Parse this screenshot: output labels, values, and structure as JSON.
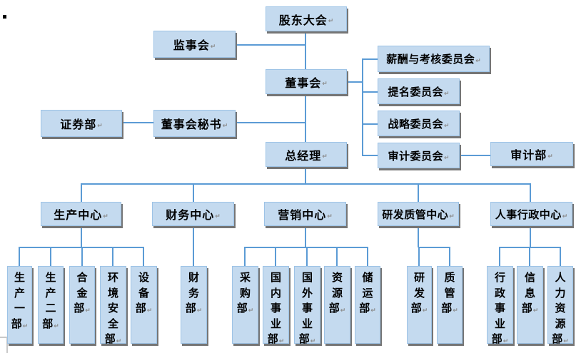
{
  "marks": {
    "paragraph": "↵"
  },
  "colors": {
    "box_fill": "#c4daef",
    "box_border": "#9dc3e6",
    "box_shadow": "#757575",
    "connector_line": "#5b9bd5",
    "text": "#000000",
    "paragraph_mark": "#8c8c8c"
  },
  "org": {
    "shareholders_meeting": "股东大会",
    "supervisory_board": "监事会",
    "board_of_directors": "董事会",
    "securities_dept": "证券部",
    "board_secretary": "董事会秘书",
    "general_manager": "总经理",
    "committees": [
      "薪酬与考核委员会",
      "提名委员会",
      "战略委员会",
      "审计委员会"
    ],
    "audit_dept": "审计部",
    "centers": [
      "生产中心",
      "财务中心",
      "营销中心",
      "研发质管中心",
      "人事行政中心"
    ],
    "departments": {
      "production": [
        "生产一部",
        "生产二部",
        "合金部",
        "环境安全部",
        "设备部"
      ],
      "finance": [
        "财务部"
      ],
      "marketing": [
        "采购部",
        "国内事业部",
        "国外事业部",
        "资源部",
        "储运部"
      ],
      "rd_quality": [
        "研发部",
        "质管部"
      ],
      "hr_admin": [
        "行政事业部",
        "信息部",
        "人力资源部"
      ]
    }
  }
}
